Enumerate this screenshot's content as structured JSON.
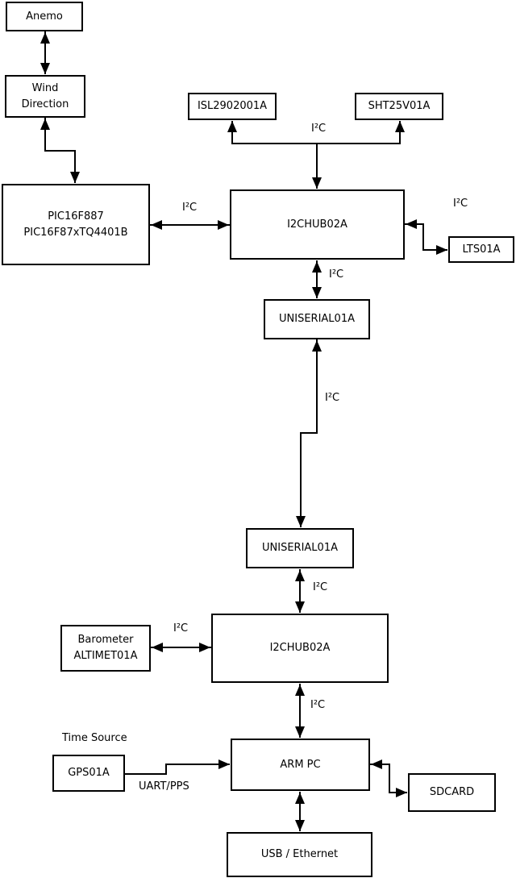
{
  "diagram": {
    "type": "block-diagram",
    "background": "#ffffff",
    "line_color": "#000000",
    "box_fill": "#ffffff",
    "box_border": "#000000"
  },
  "nodes": {
    "anemo": {
      "label": "Anemo"
    },
    "wind_direction": {
      "line1": "Wind",
      "line2": "Direction"
    },
    "pic": {
      "line1": "PIC16F887",
      "line2": "PIC16F87xTQ4401B"
    },
    "isl": {
      "label": "ISL2902001A"
    },
    "sht": {
      "label": "SHT25V01A"
    },
    "i2chub_top": {
      "label": "I2CHUB02A"
    },
    "lts": {
      "label": "LTS01A"
    },
    "uniserial_top": {
      "label": "UNISERIAL01A"
    },
    "uniserial_bottom": {
      "label": "UNISERIAL01A"
    },
    "i2chub_bottom": {
      "label": "I2CHUB02A"
    },
    "barometer": {
      "line1": "Barometer",
      "line2": "ALTIMET01A"
    },
    "gps": {
      "label": "GPS01A"
    },
    "arm_pc": {
      "label": "ARM PC"
    },
    "sdcard": {
      "label": "SDCARD"
    },
    "usb_ethernet": {
      "label": "USB / Ethernet"
    }
  },
  "labels": {
    "i2c": "I²C",
    "time_source": "Time Source",
    "uart_pps": "UART/PPS"
  },
  "edges": [
    {
      "from": "Anemo",
      "to": "Wind Direction",
      "bidirectional": true
    },
    {
      "from": "Wind Direction",
      "to": "PIC16F887 PIC16F87xTQ4401B",
      "bidirectional": true
    },
    {
      "from": "PIC16F887 PIC16F87xTQ4401B",
      "to": "I2CHUB02A (top)",
      "label": "I²C",
      "bidirectional": true
    },
    {
      "from": "I2CHUB02A (top)",
      "to": "ISL2902001A",
      "label": "I²C",
      "bidirectional": false
    },
    {
      "from": "I2CHUB02A (top)",
      "to": "SHT25V01A",
      "label": "I²C",
      "bidirectional": false
    },
    {
      "from": "I2CHUB02A (top)",
      "to": "LTS01A",
      "label": "I²C",
      "bidirectional": true
    },
    {
      "from": "I2CHUB02A (top)",
      "to": "UNISERIAL01A (top)",
      "label": "I²C",
      "bidirectional": true
    },
    {
      "from": "UNISERIAL01A (top)",
      "to": "UNISERIAL01A (bottom)",
      "label": "I²C",
      "bidirectional": true
    },
    {
      "from": "UNISERIAL01A (bottom)",
      "to": "I2CHUB02A (bottom)",
      "label": "I²C",
      "bidirectional": true
    },
    {
      "from": "Barometer ALTIMET01A",
      "to": "I2CHUB02A (bottom)",
      "label": "I²C",
      "bidirectional": true
    },
    {
      "from": "I2CHUB02A (bottom)",
      "to": "ARM PC",
      "label": "I²C",
      "bidirectional": true
    },
    {
      "from": "GPS01A",
      "to": "ARM PC",
      "label": "UART/PPS",
      "bidirectional": false
    },
    {
      "from": "ARM PC",
      "to": "SDCARD",
      "bidirectional": true
    },
    {
      "from": "ARM PC",
      "to": "USB / Ethernet",
      "bidirectional": true
    }
  ]
}
